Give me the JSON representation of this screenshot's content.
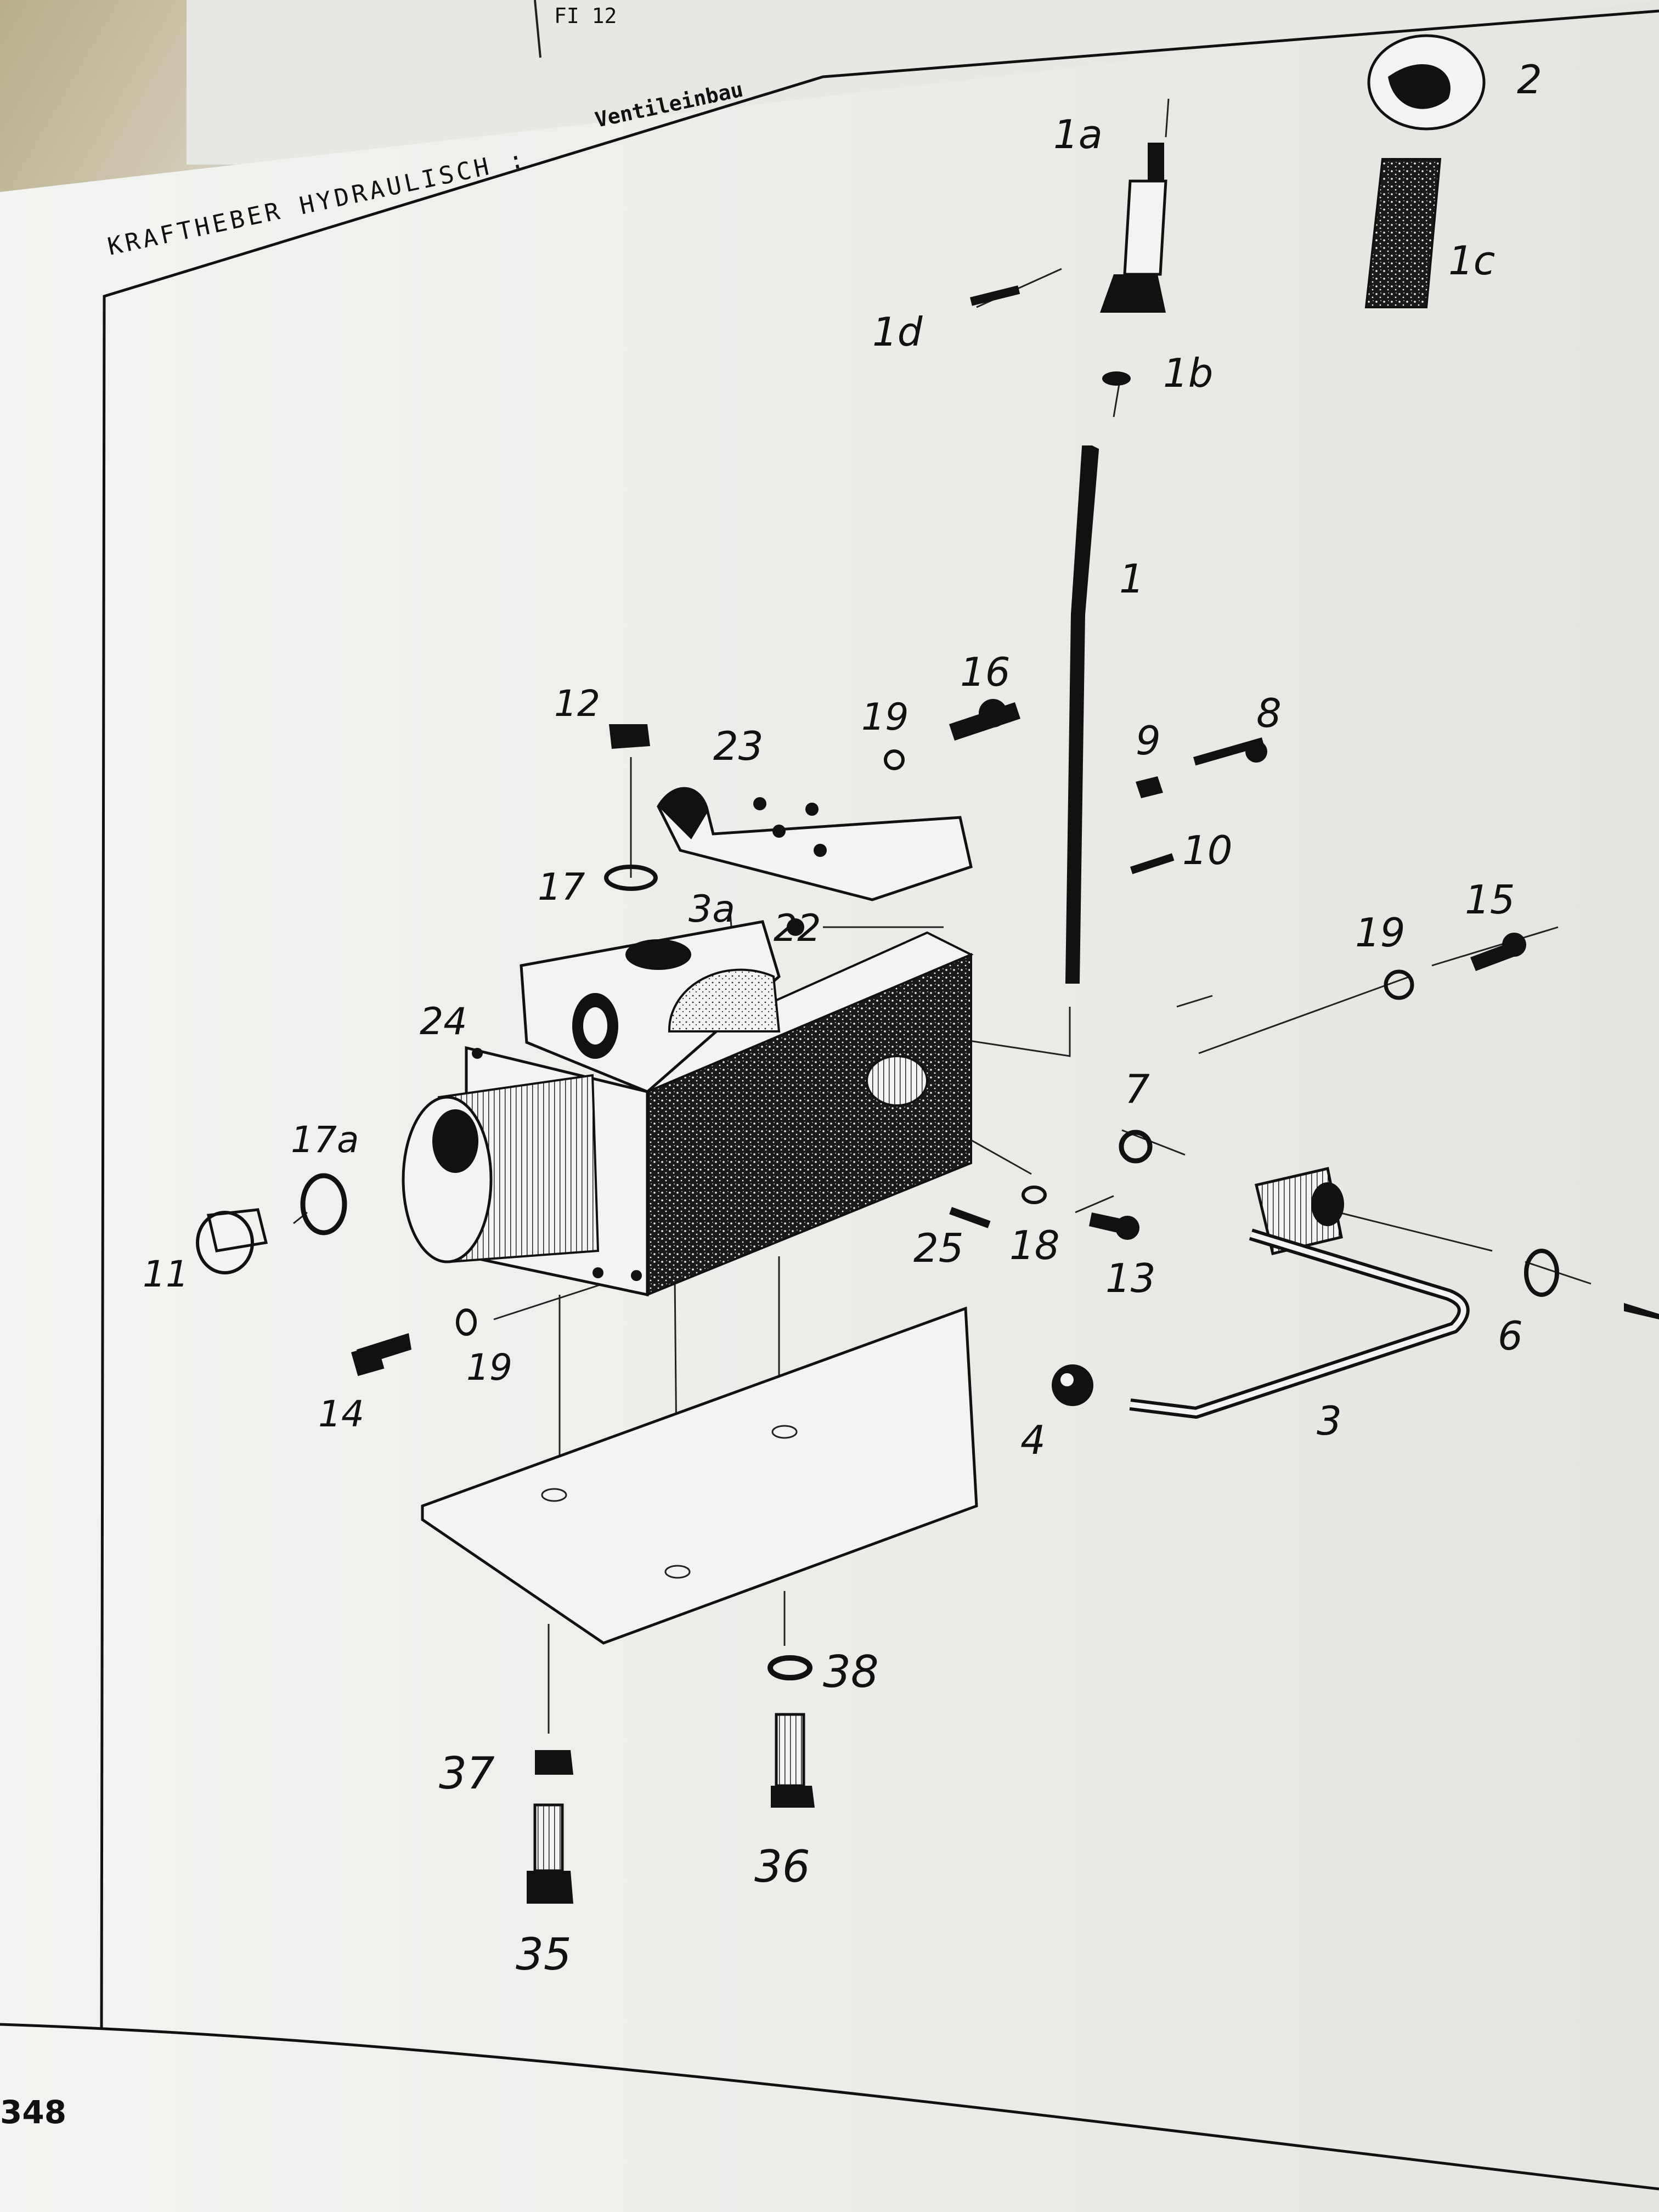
{
  "header": {
    "section_title": "KRAFTHEBER HYDRAULISCH :",
    "subsection_title": "Ventileinbau",
    "top_fragment": "FI 12"
  },
  "page_number": "348",
  "part_labels": [
    "1",
    "1a",
    "1b",
    "1c",
    "1d",
    "2",
    "3",
    "3a",
    "4",
    "6",
    "7",
    "8",
    "9",
    "10",
    "11",
    "12",
    "13",
    "14",
    "15",
    "16",
    "17",
    "17a",
    "18",
    "19",
    "19",
    "19",
    "22",
    "23",
    "24",
    "25",
    "35",
    "36",
    "37",
    "38"
  ],
  "colors": {
    "paper": "#f3f3f1",
    "ink": "#111111",
    "shadow": "#cfcdc4"
  }
}
